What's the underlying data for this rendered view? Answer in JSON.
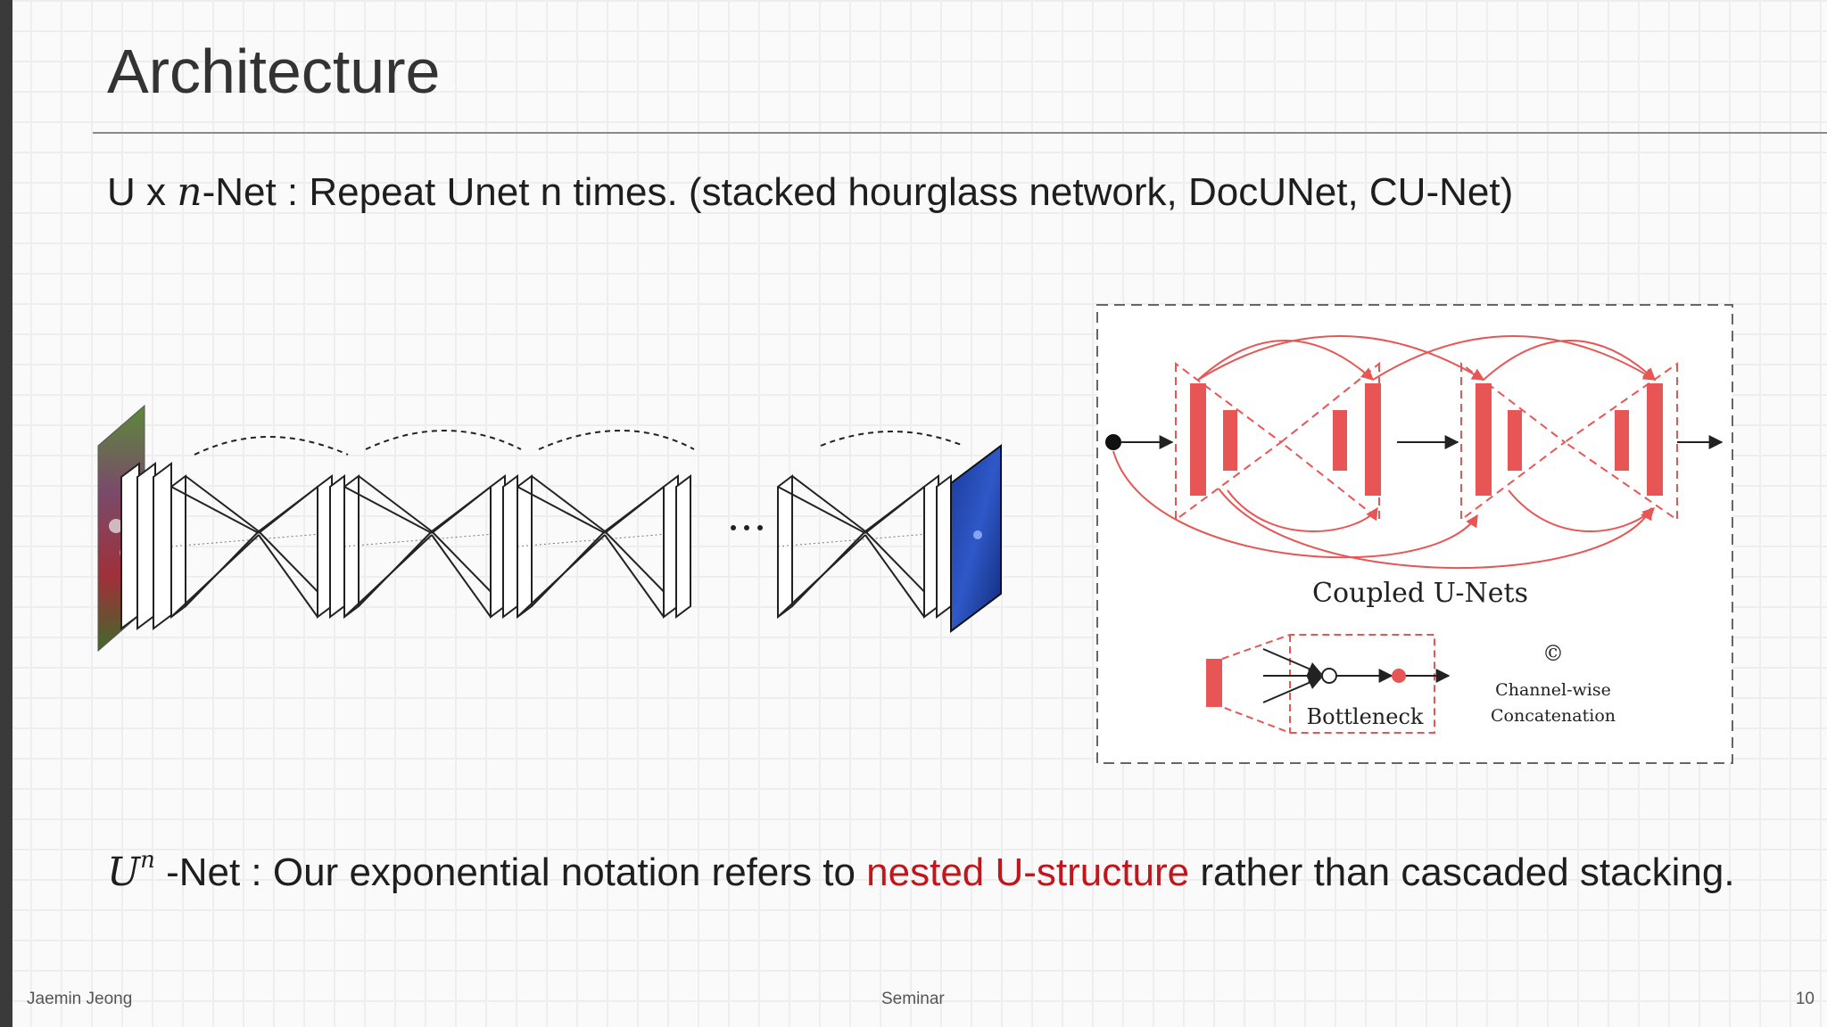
{
  "slide": {
    "title": "Architecture",
    "line1": {
      "prefix": "U x ",
      "math": "n",
      "suffix": "-Net : Repeat Unet n times. (stacked hourglass network, DocUNet, CU-Net)"
    },
    "line2": {
      "math_base": "U",
      "math_sup": "n",
      "text_a": " -Net : Our exponential notation refers to ",
      "highlight": "nested U-structure",
      "text_b": " rather than cascaded stacking."
    }
  },
  "figure_right": {
    "caption": "Coupled U-Nets",
    "legend_bottleneck": "Bottleneck",
    "legend_concat_symbol": "©",
    "legend_concat_line1": "Channel-wise",
    "legend_concat_line2": "Concatenation",
    "accent_color": "#e85555"
  },
  "footer": {
    "author": "Jaemin Jeong",
    "center": "Seminar",
    "page": "10"
  }
}
